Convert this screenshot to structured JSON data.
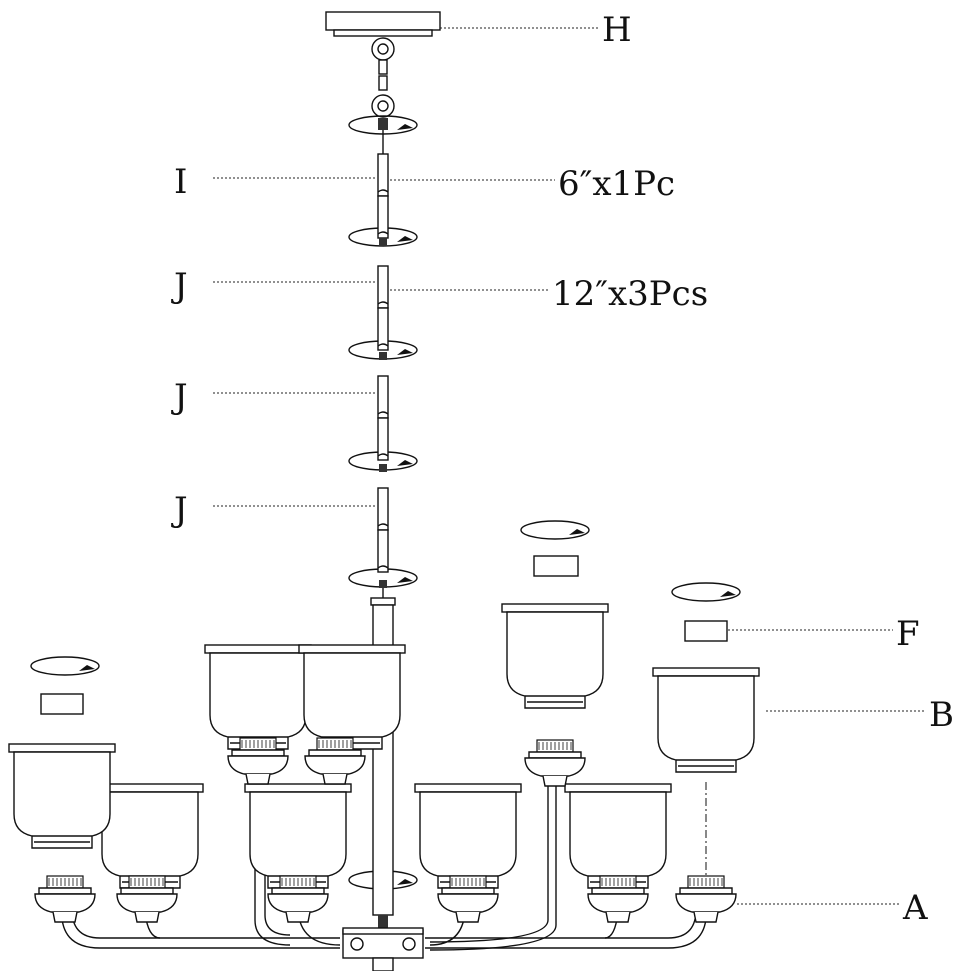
{
  "labels": {
    "H": "H",
    "I": "I",
    "J1": "J",
    "J2": "J",
    "J3": "J",
    "F": "F",
    "B": "B",
    "A": "A",
    "rod_short": "6″x1Pc",
    "rod_long": "12″x3Pcs"
  },
  "icons": {
    "rotate": "rotate-arrow-icon"
  }
}
